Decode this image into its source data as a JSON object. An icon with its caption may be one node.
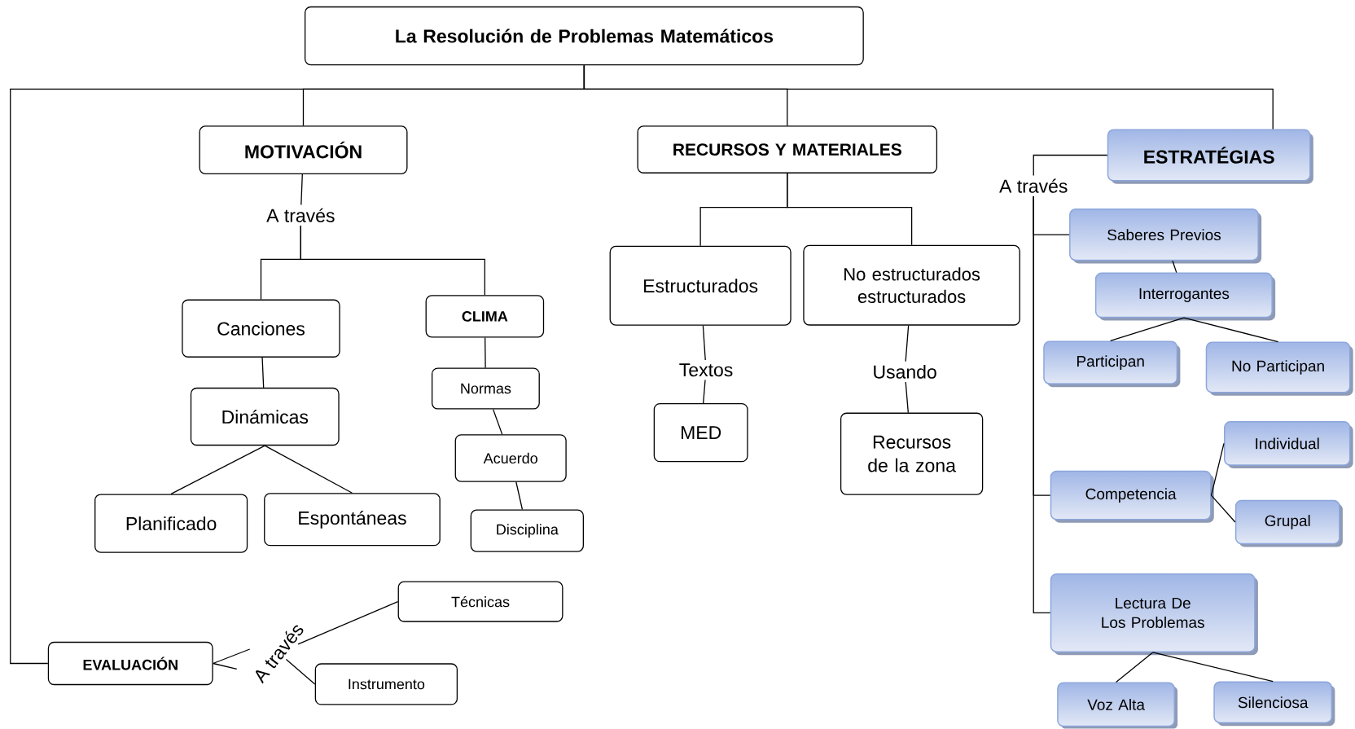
{
  "diagram": {
    "nodes": [
      {
        "text": [
          "La Resolución de Problemas Matemáticos"
        ]
      },
      {
        "text": [
          "MOTIVACIÓN"
        ]
      },
      {
        "text": [
          "A través"
        ]
      },
      {
        "text": [
          "Canciones"
        ]
      },
      {
        "text": [
          "CLIMA"
        ]
      },
      {
        "text": [
          "Dinámicas"
        ]
      },
      {
        "text": [
          "Normas"
        ]
      },
      {
        "text": [
          "Planificado"
        ]
      },
      {
        "text": [
          "Espontáneas"
        ]
      },
      {
        "text": [
          "Acuerdo"
        ]
      },
      {
        "text": [
          "Disciplina"
        ]
      },
      {
        "text": [
          "RECURSOS Y MATERIALES"
        ]
      },
      {
        "text": [
          "Estructurados"
        ]
      },
      {
        "text": [
          "No estructurados estructurados"
        ]
      },
      {
        "text": [
          "Textos"
        ]
      },
      {
        "text": [
          "Usando"
        ]
      },
      {
        "text": [
          "MED"
        ]
      },
      {
        "text": [
          "Recursos de la zona"
        ]
      },
      {
        "text": [
          "ESTRATÉGIAS"
        ]
      },
      {
        "text": [
          "A través"
        ]
      },
      {
        "text": [
          "Saberes Previos"
        ]
      },
      {
        "text": [
          "Interrogantes"
        ]
      },
      {
        "text": [
          "Participan"
        ]
      },
      {
        "text": [
          "No Participan"
        ]
      },
      {
        "text": [
          "Individual"
        ]
      },
      {
        "text": [
          "Competencia"
        ]
      },
      {
        "text": [
          "Grupal"
        ]
      },
      {
        "text": [
          "Lectura De Los Problemas"
        ]
      },
      {
        "text": [
          "Voz Alta"
        ]
      },
      {
        "text": [
          "Silenciosa"
        ]
      },
      {
        "text": [
          "EVALUACIÓN"
        ]
      },
      {
        "text": [
          "A través"
        ]
      },
      {
        "text": [
          "Técnicas"
        ]
      },
      {
        "text": [
          "Instrumento"
        ]
      }
    ],
    "edges": [
      {
        "from": 0,
        "to": 1,
        "arrow": "none"
      },
      {
        "from": 0,
        "to": 11,
        "arrow": "none"
      },
      {
        "from": 0,
        "to": 18,
        "arrow": "none"
      },
      {
        "from": 0,
        "to": 30,
        "arrow": "none"
      },
      {
        "from": 1,
        "to": 2,
        "arrow": "none"
      },
      {
        "from": 2,
        "to": 3,
        "arrow": "none"
      },
      {
        "from": 2,
        "to": 4,
        "arrow": "none"
      },
      {
        "from": 3,
        "to": 5,
        "arrow": "none"
      },
      {
        "from": 5,
        "to": 7,
        "arrow": "none"
      },
      {
        "from": 5,
        "to": 8,
        "arrow": "none"
      },
      {
        "from": 4,
        "to": 6,
        "arrow": "none"
      },
      {
        "from": 6,
        "to": 9,
        "arrow": "none"
      },
      {
        "from": 9,
        "to": 10,
        "arrow": "none"
      },
      {
        "from": 11,
        "to": 12,
        "arrow": "none"
      },
      {
        "from": 11,
        "to": 13,
        "arrow": "none"
      },
      {
        "from": 12,
        "to": 14,
        "arrow": "none"
      },
      {
        "from": 14,
        "to": 16,
        "arrow": "none"
      },
      {
        "from": 13,
        "to": 15,
        "arrow": "none"
      },
      {
        "from": 15,
        "to": 17,
        "arrow": "none"
      },
      {
        "from": 18,
        "to": 19,
        "arrow": "none"
      },
      {
        "from": 19,
        "to": 20,
        "arrow": "none"
      },
      {
        "from": 19,
        "to": 25,
        "arrow": "none"
      },
      {
        "from": 19,
        "to": 27,
        "arrow": "none"
      },
      {
        "from": 20,
        "to": 21,
        "arrow": "none"
      },
      {
        "from": 21,
        "to": 22,
        "arrow": "none"
      },
      {
        "from": 21,
        "to": 23,
        "arrow": "none"
      },
      {
        "from": 25,
        "to": 24,
        "arrow": "none"
      },
      {
        "from": 25,
        "to": 26,
        "arrow": "none"
      },
      {
        "from": 27,
        "to": 28,
        "arrow": "none"
      },
      {
        "from": 27,
        "to": 29,
        "arrow": "none"
      },
      {
        "from": 30,
        "to": 31,
        "arrow": "none"
      },
      {
        "from": 31,
        "to": 32,
        "arrow": "none"
      },
      {
        "from": 31,
        "to": 33,
        "arrow": "none"
      }
    ]
  }
}
